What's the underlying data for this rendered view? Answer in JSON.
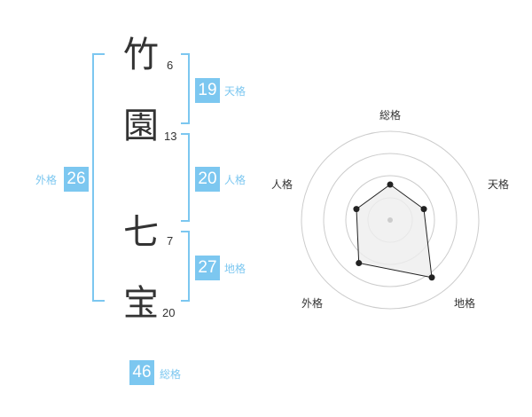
{
  "name_chars": [
    {
      "char": "竹",
      "strokes": "6"
    },
    {
      "char": "園",
      "strokes": "13"
    },
    {
      "char": "七",
      "strokes": "7"
    },
    {
      "char": "宝",
      "strokes": "20"
    }
  ],
  "fortune": {
    "tenkaku": {
      "label": "天格",
      "value": "19"
    },
    "jinkaku": {
      "label": "人格",
      "value": "20"
    },
    "chikaku": {
      "label": "地格",
      "value": "27"
    },
    "gaikaku": {
      "label": "外格",
      "value": "26"
    },
    "soukaku": {
      "label": "総格",
      "value": "46"
    }
  },
  "radar": {
    "axis_labels": [
      "総格",
      "天格",
      "地格",
      "外格",
      "人格"
    ],
    "scores": [
      2,
      2,
      4,
      3,
      2
    ],
    "max_score": 5,
    "colors": {
      "ring": "#cccccc",
      "fill": "#eeeeee",
      "line": "#222222",
      "center": "#cccccc"
    }
  },
  "colors": {
    "accent": "#7cc7f0",
    "text": "#333333"
  }
}
